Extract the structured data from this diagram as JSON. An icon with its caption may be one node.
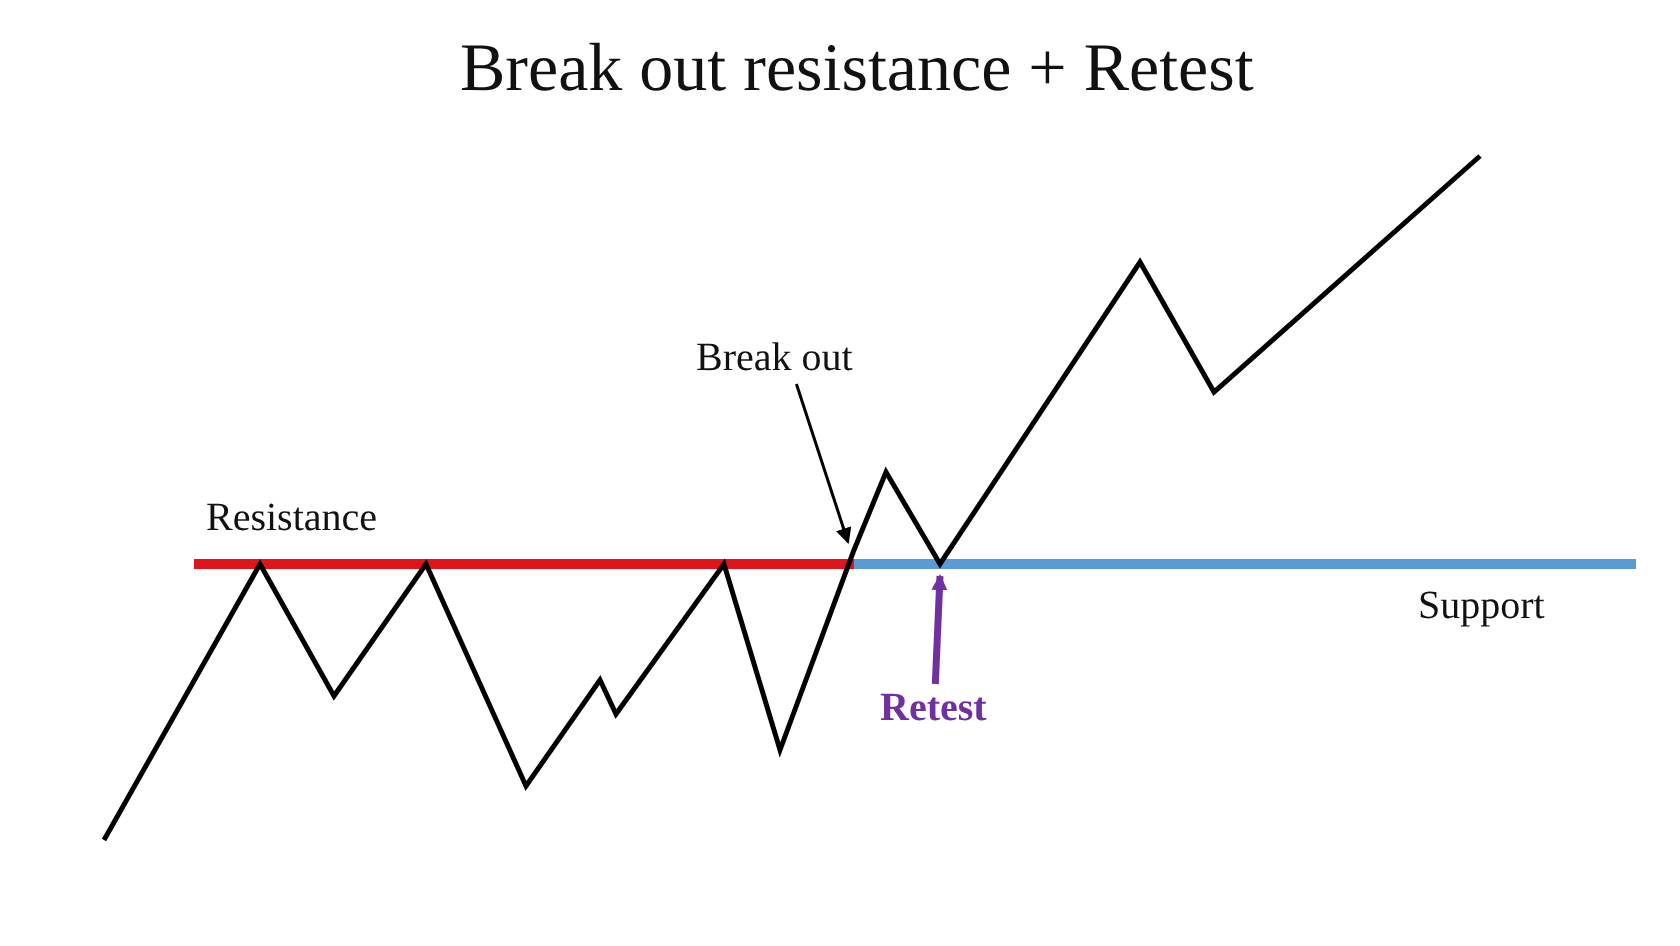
{
  "diagram": {
    "title": "Break out resistance + Retest",
    "nodes": [
      {
        "text": [
          "Break out"
        ]
      },
      {
        "text": [
          "Retest"
        ]
      }
    ],
    "edges": [
      {
        "from": 0,
        "to": null,
        "arrow": "to"
      },
      {
        "from": 1,
        "to": null,
        "arrow": "to",
        "style": "thick",
        "color": "#7030a0"
      }
    ],
    "labels": [
      "Resistance",
      "Support"
    ]
  }
}
